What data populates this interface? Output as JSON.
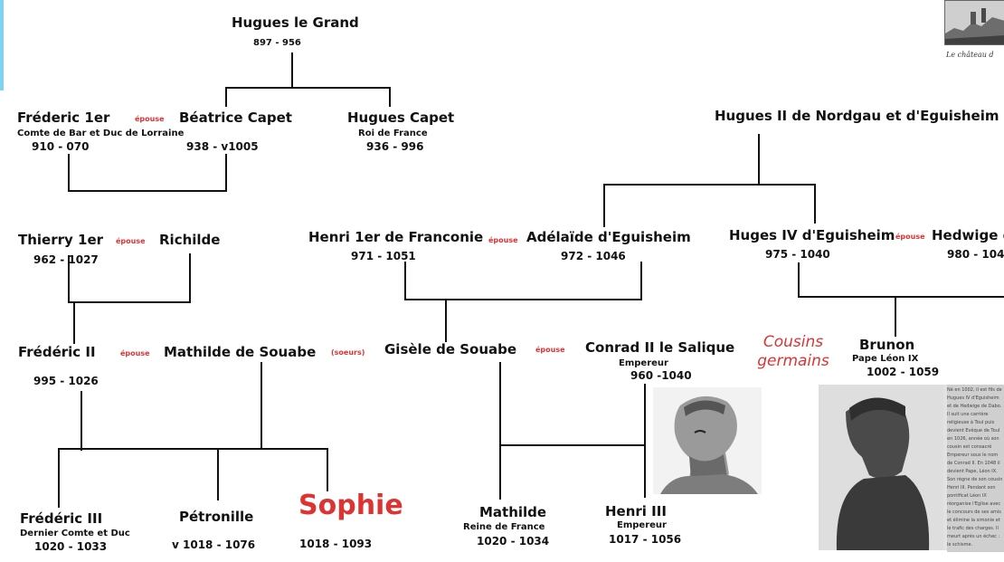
{
  "persons": {
    "hugues_grand": {
      "name": "Hugues le Grand",
      "dates": "897 - 956"
    },
    "frederic1": {
      "name": "Fréderic 1er",
      "title": "Comte de Bar et Duc de Lorraine",
      "dates": "910 - 070"
    },
    "beatrice": {
      "name": "Béatrice Capet",
      "dates": "938 - v1005"
    },
    "hugues_capet": {
      "name": "Hugues Capet",
      "title": "Roi de France",
      "dates": "936 - 996"
    },
    "hugues2": {
      "name": "Hugues II de Nordgau et d'Eguisheim"
    },
    "thierry": {
      "name": "Thierry 1er",
      "dates": "962 - 1027"
    },
    "richilde": {
      "name": "Richilde"
    },
    "henri1": {
      "name": "Henri 1er de Franconie",
      "dates": "971 - 1051"
    },
    "adelaide": {
      "name": "Adélaïde d'Eguisheim",
      "dates": "972 - 1046"
    },
    "huges4": {
      "name": "Huges IV d'Eguisheim",
      "dates": "975 - 1040"
    },
    "hedwige": {
      "name": "Hedwige d",
      "dates": "980 - 104"
    },
    "frederic2": {
      "name": "Frédéric II",
      "dates": "995 - 1026"
    },
    "mathilde_souabe": {
      "name": "Mathilde de Souabe",
      "note": "(soeurs)"
    },
    "gisele": {
      "name": "Gisèle de Souabe"
    },
    "conrad": {
      "name": "Conrad II le Salique",
      "title": "Empereur",
      "dates": "960 -1040"
    },
    "brunon": {
      "name": "Brunon",
      "title": "Pape Léon IX",
      "dates": "1002 - 1059"
    },
    "frederic3": {
      "name": "Frédéric III",
      "title": "Dernier Comte et Duc",
      "dates": "1020 - 1033"
    },
    "petronille": {
      "name": "Pétronille",
      "dates": "v 1018 - 1076"
    },
    "sophie": {
      "name": "Sophie",
      "dates": "1018 - 1093"
    },
    "mathilde": {
      "name": "Mathilde",
      "title": "Reine de France",
      "dates": "1020 - 1034"
    },
    "henri3": {
      "name": "Henri III",
      "title": "Empereur",
      "dates": "1017 - 1056"
    }
  },
  "labels": {
    "epouse": "épouse",
    "cousins": "Cousins germains",
    "chateau_caption": "Le château d"
  },
  "panel_text": "Né en 1002, il est fils de Hugues IV d'Eguisheim et de Hedwige de Dabo. Il suit une carrière religieuse à Toul puis devient Evêque de Toul en 1026, année où son cousin est consacré Empereur sous le nom de Conrad II. En 1048 il devient Pape, Léon IX. Son règne de son cousin Henri III. Pendant son pontificat Léon IX réorganise l'Eglise avec le concours de ses amis et élimine la simonie et le trafic des charges. Il meurt après un échec : le schisme.",
  "colors": {
    "accent_red": "#d33333",
    "line": "#111111"
  }
}
